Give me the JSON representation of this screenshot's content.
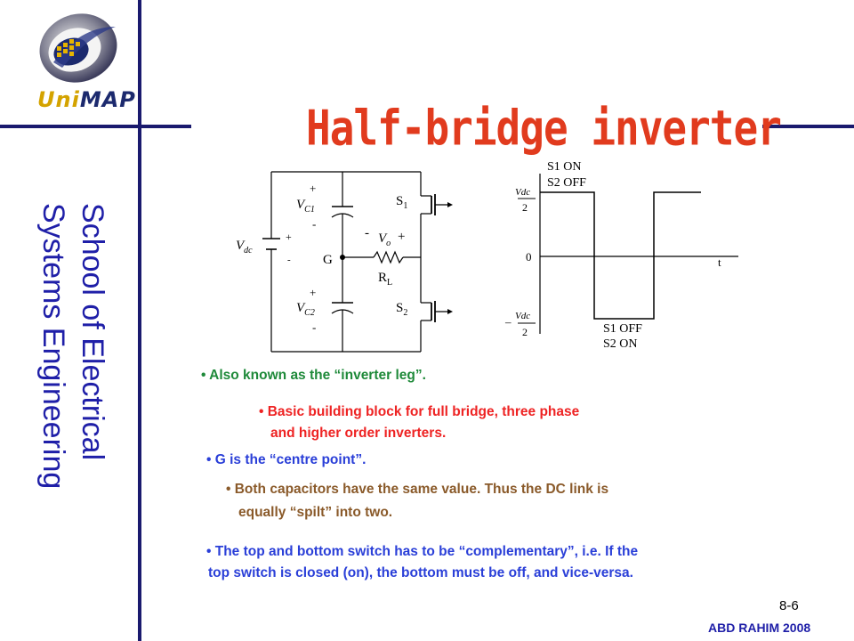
{
  "sidebar": {
    "logo_text_uni": "Uni",
    "logo_text_map": "MAP",
    "vertical_title_line1": "School of Electrical",
    "vertical_title_line2": "Systems Engineering"
  },
  "slide": {
    "title": "Half-bridge inverter",
    "circuit": {
      "vdc": "V",
      "vdc_sub": "dc",
      "vc1": "V",
      "vc1_sub": "C1",
      "vc2": "V",
      "vc2_sub": "C2",
      "g": "G",
      "vo": "V",
      "vo_sub": "o",
      "rl": "R",
      "rl_sub": "L",
      "s1": "S",
      "s1_sub": "1",
      "s2": "S",
      "s2_sub": "2",
      "plus": "+",
      "minus": "-"
    },
    "waveform": {
      "top_label_1": "S1 ON",
      "top_label_2": "S2 OFF",
      "pos_level_num": "Vdc",
      "pos_level_den": "2",
      "zero": "0",
      "t": "t",
      "neg_level_num": "Vdc",
      "neg_level_den": "2",
      "neg_sign": "–",
      "bottom_label_1": "S1 OFF",
      "bottom_label_2": "S2 ON"
    },
    "bullets": {
      "b1": "• Also known as the “inverter leg”.",
      "b2_l1": "• Basic building block for full bridge, three phase",
      "b2_l2": "and higher order inverters.",
      "b3": "• G is the “centre point”.",
      "b4_l1": "• Both capacitors have the same value. Thus the DC link is",
      "b4_l2": "equally “spilt” into two.",
      "b5_l1": "• The top and bottom switch has to be “complementary”, i.e. If the",
      "b5_l2": "top switch is closed (on), the bottom must be off, and vice-versa."
    },
    "slide_number": "8-6",
    "footer": "ABD RAHIM 2008"
  },
  "colors": {
    "navy": "#1a1a6e",
    "title_red": "#e13b1e",
    "text_blue": "#1f1fa8"
  }
}
